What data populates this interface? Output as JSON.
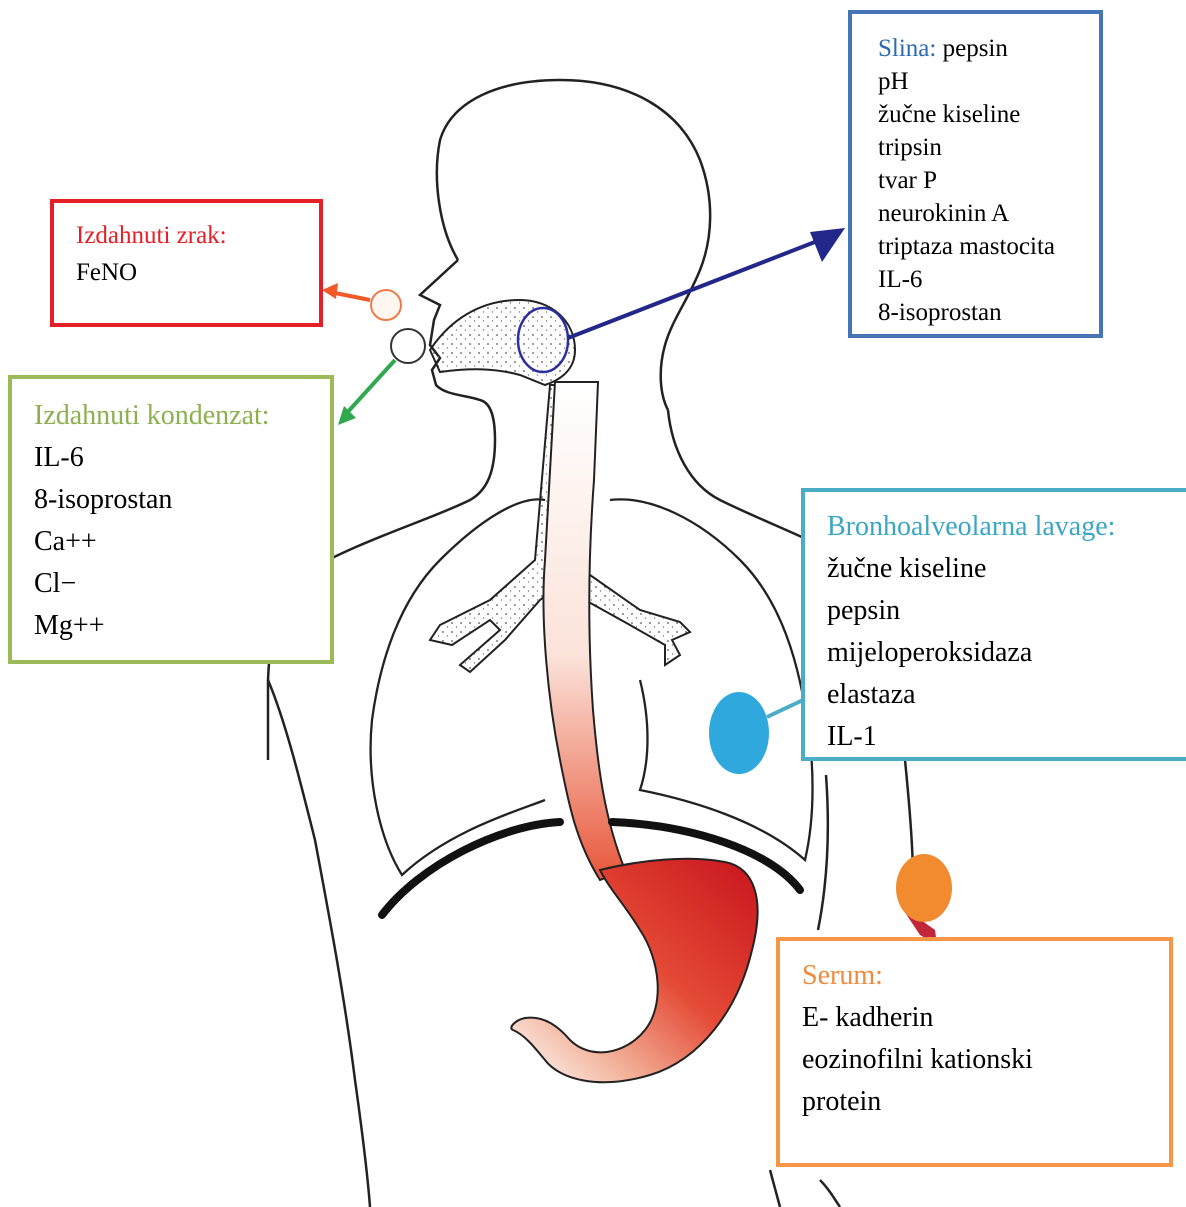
{
  "colors": {
    "exhaled_air": "#e41f26",
    "saliva": "#4575b4",
    "saliva_arrow": "#23278a",
    "condensate": "#9bbb59",
    "condensate_arrow": "#2fa84f",
    "bal": "#4bacc6",
    "bal_marker": "#2ea8dd",
    "serum": "#f79646",
    "serum_marker": "#f28a30",
    "stomach": "#d8202a",
    "diaphragm": "#111111",
    "outline": "#222222"
  },
  "boxes": {
    "exhaled_air": {
      "title": "Izdahnuti zrak:",
      "items": [
        "FeNO"
      ]
    },
    "saliva": {
      "title": "Slina:",
      "first_inline": "pepsin",
      "items": [
        "pH",
        "žučne kiseline",
        "tripsin",
        "tvar P",
        "neurokinin A",
        "triptaza mastocita",
        "IL-6",
        "8-isoprostan"
      ]
    },
    "condensate": {
      "title": "Izdahnuti kondenzat:",
      "items": [
        "IL-6",
        "8-isoprostan",
        "Ca++",
        "Cl−",
        "Mg++"
      ]
    },
    "bal": {
      "title": "Bronhoalveolarna lavage:",
      "items": [
        "žučne kiseline",
        "pepsin",
        "mijeloperoksidaza",
        "elastaza",
        "IL-1"
      ]
    },
    "serum": {
      "title": "Serum:",
      "items": [
        "E- kadherin",
        "eozinofilni kationski",
        "protein"
      ]
    }
  }
}
